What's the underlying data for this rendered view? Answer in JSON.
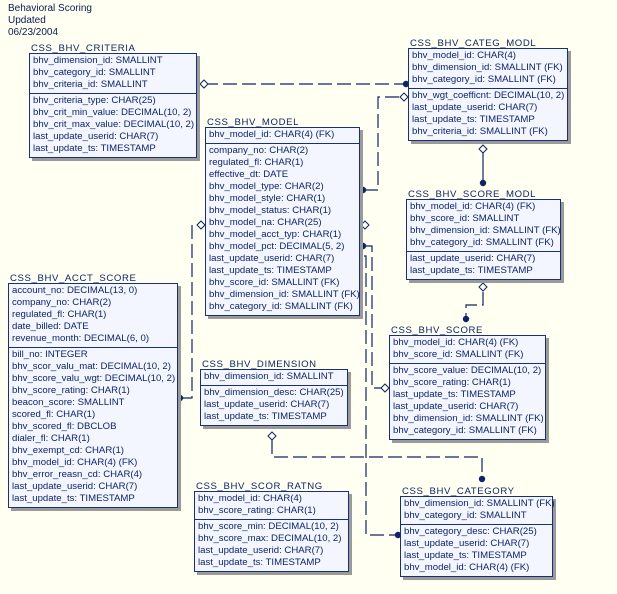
{
  "header": {
    "line1": "Behavioral Scoring",
    "line2": "Updated",
    "line3": "06/23/2004"
  },
  "entities": {
    "criteria": {
      "name": "CSS_BHV_CRITERIA",
      "keys": [
        "bhv_dimension_id: SMALLINT",
        "bhv_category_id: SMALLINT",
        "bhv_criteria_id: SMALLINT"
      ],
      "attrs": [
        "bhv_criteria_type: CHAR(25)",
        "bhv_crit_min_value: DECIMAL(10, 2)",
        "bhv_crit_max_value: DECIMAL(10, 2)",
        "last_update_userid: CHAR(7)",
        "last_update_ts: TIMESTAMP"
      ]
    },
    "categ_modl": {
      "name": "CSS_BHV_CATEG_MODL",
      "keys": [
        "bhv_model_id: CHAR(4)",
        "bhv_dimension_id: SMALLINT (FK)",
        "bhv_category_id: SMALLINT (FK)"
      ],
      "attrs": [
        "bhv_wgt_coefficnt: DECIMAL(10, 2)",
        "last_update_userid: CHAR(7)",
        "last_update_ts: TIMESTAMP",
        "bhv_criteria_id: SMALLINT (FK)"
      ]
    },
    "model": {
      "name": "CSS_BHV_MODEL",
      "keys": [
        "bhv_model_id: CHAR(4) (FK)"
      ],
      "attrs": [
        "company_no: CHAR(2)",
        "regulated_fl: CHAR(1)",
        "effective_dt: DATE",
        "bhv_model_type: CHAR(2)",
        "bhv_model_style: CHAR(1)",
        "bhv_model_status: CHAR(1)",
        "bhv_model_na: CHAR(25)",
        "bhv_model_acct_typ: CHAR(1)",
        "bhv_model_pct: DECIMAL(5, 2)",
        "last_update_userid: CHAR(7)",
        "last_update_ts: TIMESTAMP",
        "bhv_score_id: SMALLINT (FK)",
        "bhv_dimension_id: SMALLINT (FK)",
        "bhv_category_id: SMALLINT (FK)"
      ]
    },
    "score_modl": {
      "name": "CSS_BHV_SCORE_MODL",
      "keys": [
        "bhv_model_id: CHAR(4) (FK)",
        "bhv_score_id: SMALLINT",
        "bhv_dimension_id: SMALLINT (FK)",
        "bhv_category_id: SMALLINT (FK)"
      ],
      "attrs": [
        "last_update_userid: CHAR(7)",
        "last_update_ts: TIMESTAMP"
      ]
    },
    "acct_score": {
      "name": "CSS_BHV_ACCT_SCORE",
      "keys": [
        "account_no: DECIMAL(13, 0)",
        "company_no: CHAR(2)",
        "regulated_fl: CHAR(1)",
        "date_billed: DATE",
        "revenue_month: DECIMAL(6, 0)"
      ],
      "attrs": [
        "bill_no: INTEGER",
        "bhv_scor_valu_mat: DECIMAL(10, 2)",
        "bhv_score_valu_wgt: DECIMAL(10, 2)",
        "bhv_score_rating: CHAR(1)",
        "beacon_score: SMALLINT",
        "scored_fl: CHAR(1)",
        "bhv_scored_fl: DBCLOB",
        "dialer_fl: CHAR(1)",
        "bhv_exempt_cd: CHAR(1)",
        "bhv_model_id: CHAR(4) (FK)",
        "bhv_error_reasn_cd: CHAR(4)",
        "last_update_userid: CHAR(7)",
        "last_update_ts: TIMESTAMP"
      ]
    },
    "score": {
      "name": "CSS_BHV_SCORE",
      "keys": [
        "bhv_model_id: CHAR(4) (FK)",
        "bhv_score_id: SMALLINT (FK)"
      ],
      "attrs": [
        "bhv_score_value: DECIMAL(10, 2)",
        "bhv_score_rating: CHAR(1)",
        "last_update_ts: TIMESTAMP",
        "last_update_userid: CHAR(7)",
        "bhv_dimension_id: SMALLINT (FK)",
        "bhv_category_id: SMALLINT (FK)"
      ]
    },
    "dimension": {
      "name": "CSS_BHV_DIMENSION",
      "keys": [
        "bhv_dimension_id: SMALLINT"
      ],
      "attrs": [
        "bhv_dimension_desc: CHAR(25)",
        "last_update_userid: CHAR(7)",
        "last_update_ts: TIMESTAMP"
      ]
    },
    "scor_ratng": {
      "name": "CSS_BHV_SCOR_RATNG",
      "keys": [
        "bhv_model_id: CHAR(4)",
        "bhv_score_rating: CHAR(1)"
      ],
      "attrs": [
        "bhv_score_min: DECIMAL(10, 2)",
        "bhv_score_max: DECIMAL(10, 2)",
        "last_update_userid: CHAR(7)",
        "last_update_ts: TIMESTAMP"
      ]
    },
    "category": {
      "name": "CSS_BHV_CATEGORY",
      "keys": [
        "bhv_dimension_id: SMALLINT (FK)",
        "bhv_category_id: SMALLINT"
      ],
      "attrs": [
        "bhv_category_desc: CHAR(25)",
        "last_update_userid: CHAR(7)",
        "last_update_ts: TIMESTAMP",
        "bhv_model_id: CHAR(4) (FK)"
      ]
    }
  },
  "colors": {
    "line": "#0E2466",
    "background": "#FFFFF2",
    "box": "#F3F6FF"
  }
}
